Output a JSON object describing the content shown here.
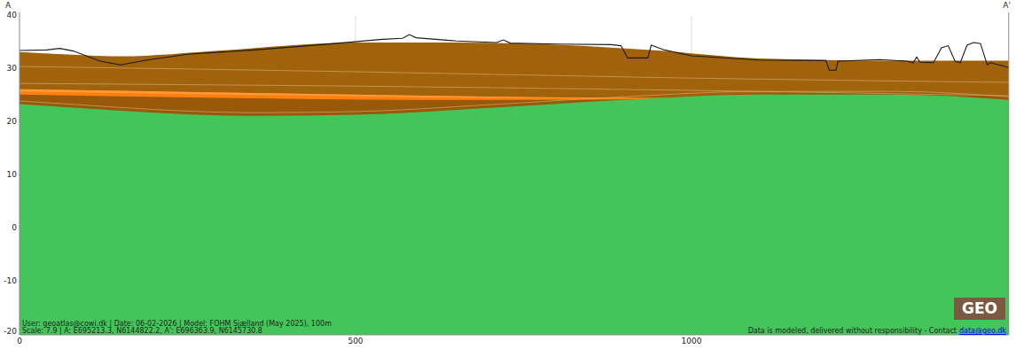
{
  "diagram": {
    "labels": [
      "A",
      "A'",
      "40",
      "30",
      "20",
      "10",
      "0",
      "-10",
      "-20",
      "0",
      "500",
      "1000",
      "User: geoatlas@cowi.dk | Date: 06-02-2026 | Model: FOHM Sjælland (May 2025), 100m",
      "Scale: 7.9 | A: E695213.3, N6144822.2, A': E696363.9, N6145730.8",
      "Data is modeled, delivered without responsibility - Contact",
      "data@geo.dk",
      "GEO"
    ]
  }
}
